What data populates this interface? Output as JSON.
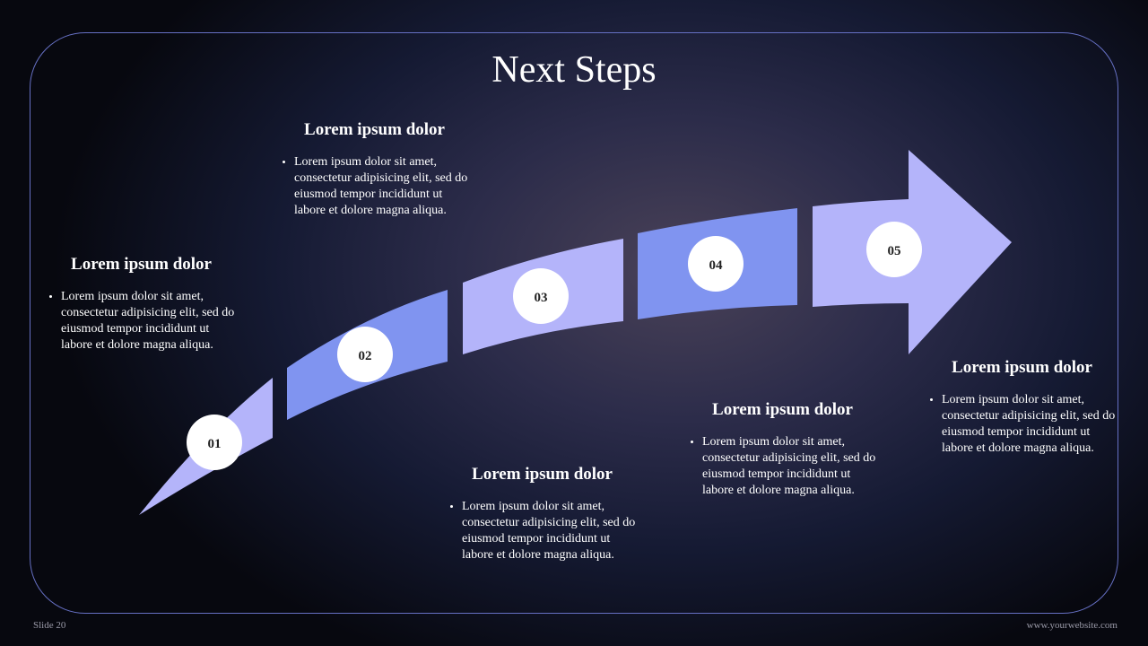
{
  "title": "Next Steps",
  "colors": {
    "light": "#b4b4fa",
    "medium": "#8094f0"
  },
  "steps": [
    {
      "number": "01",
      "heading": "Lorem ipsum dolor",
      "text": "Lorem ipsum dolor sit amet, consectetur adipisicing elit, sed do eiusmod tempor incididunt ut labore et dolore magna aliqua."
    },
    {
      "number": "02",
      "heading": "Lorem ipsum dolor",
      "text": "Lorem ipsum dolor sit amet, consectetur adipisicing elit, sed do eiusmod tempor incididunt ut labore et dolore magna aliqua."
    },
    {
      "number": "03",
      "heading": "Lorem ipsum dolor",
      "text": "Lorem ipsum dolor sit amet, consectetur adipisicing elit, sed do eiusmod tempor incididunt ut labore et dolore magna aliqua."
    },
    {
      "number": "04",
      "heading": "Lorem ipsum dolor",
      "text": "Lorem ipsum dolor sit amet, consectetur adipisicing elit, sed do eiusmod tempor incididunt ut labore et dolore magna aliqua."
    },
    {
      "number": "05",
      "heading": "Lorem ipsum dolor",
      "text": "Lorem ipsum dolor sit amet, consectetur adipisicing elit, sed do eiusmod tempor incididunt ut labore et dolore magna aliqua."
    }
  ],
  "footer": {
    "slide": "Slide 20",
    "website": "www.yourwebsite.com"
  }
}
